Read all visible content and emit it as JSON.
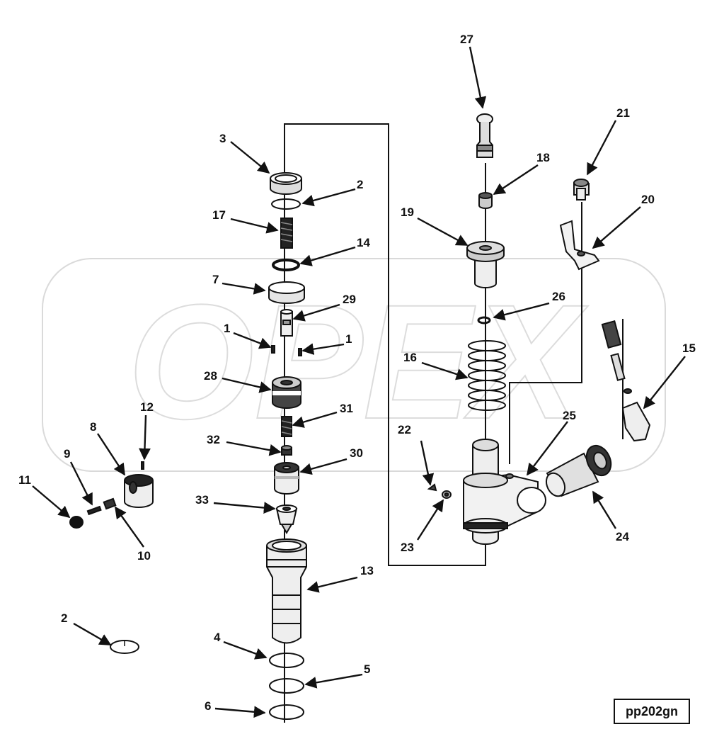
{
  "diagram": {
    "reference_code": "pp202gn",
    "watermark_text": "OPEX",
    "callouts": [
      {
        "id": "c27",
        "label": "27"
      },
      {
        "id": "c3",
        "label": "3"
      },
      {
        "id": "c2a",
        "label": "2"
      },
      {
        "id": "c17",
        "label": "17"
      },
      {
        "id": "c14",
        "label": "14"
      },
      {
        "id": "c7",
        "label": "7"
      },
      {
        "id": "c29",
        "label": "29"
      },
      {
        "id": "c1a",
        "label": "1"
      },
      {
        "id": "c1b",
        "label": "1"
      },
      {
        "id": "c28",
        "label": "28"
      },
      {
        "id": "c31",
        "label": "31"
      },
      {
        "id": "c32",
        "label": "32"
      },
      {
        "id": "c30",
        "label": "30"
      },
      {
        "id": "c33",
        "label": "33"
      },
      {
        "id": "c13",
        "label": "13"
      },
      {
        "id": "c4",
        "label": "4"
      },
      {
        "id": "c5",
        "label": "5"
      },
      {
        "id": "c6",
        "label": "6"
      },
      {
        "id": "c2b",
        "label": "2"
      },
      {
        "id": "c12",
        "label": "12"
      },
      {
        "id": "c8",
        "label": "8"
      },
      {
        "id": "c9",
        "label": "9"
      },
      {
        "id": "c11",
        "label": "11"
      },
      {
        "id": "c10",
        "label": "10"
      },
      {
        "id": "c18",
        "label": "18"
      },
      {
        "id": "c19",
        "label": "19"
      },
      {
        "id": "c21",
        "label": "21"
      },
      {
        "id": "c20",
        "label": "20"
      },
      {
        "id": "c26",
        "label": "26"
      },
      {
        "id": "c16",
        "label": "16"
      },
      {
        "id": "c15",
        "label": "15"
      },
      {
        "id": "c22",
        "label": "22"
      },
      {
        "id": "c25",
        "label": "25"
      },
      {
        "id": "c23",
        "label": "23"
      },
      {
        "id": "c24",
        "label": "24"
      }
    ]
  }
}
